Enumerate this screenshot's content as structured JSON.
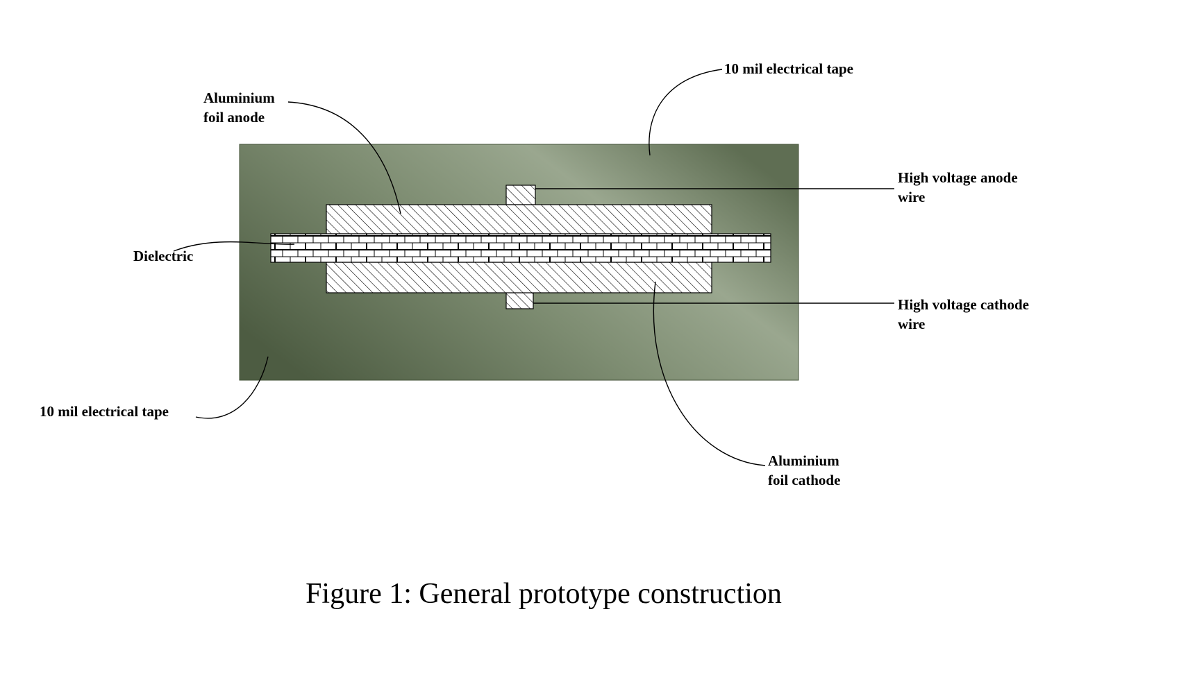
{
  "figure": {
    "caption": "Figure 1: General prototype construction"
  },
  "labels": {
    "tape_top": "10 mil electrical tape",
    "anode_foil": "Aluminium\nfoil anode",
    "anode_wire": "High voltage anode\nwire",
    "dielectric": "Dielectric",
    "cathode_wire": "High voltage cathode\nwire",
    "tape_bottom": "10 mil electrical tape",
    "cathode_foil": "Aluminium\nfoil cathode"
  },
  "colors": {
    "tape_dark": "#4d5c42",
    "tape_mid": "#7e8d72",
    "tape_light": "#9aa78f",
    "tape_edge": "#5f6e53",
    "outline": "#000000",
    "background": "#ffffff"
  }
}
